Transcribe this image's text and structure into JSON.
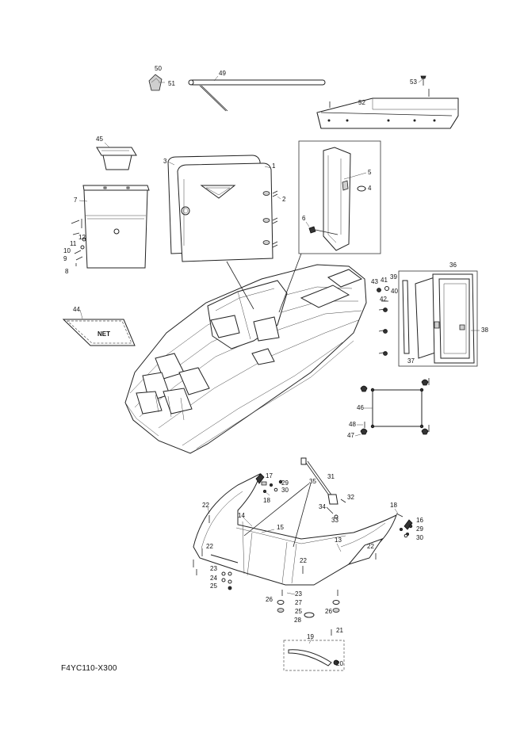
{
  "footer": {
    "code": "F4YC110-X300"
  },
  "net_label": "NET",
  "callouts": {
    "c1": "1",
    "c2": "2",
    "c3": "3",
    "c4": "4",
    "c5": "5",
    "c6": "6",
    "c7": "7",
    "c8": "8",
    "c9": "9",
    "c10": "10",
    "c11": "11",
    "c12": "12",
    "c13": "13",
    "c14": "14",
    "c15": "15",
    "c16": "16",
    "c17": "17",
    "c18a": "18",
    "c18b": "18",
    "c19": "19",
    "c20": "20",
    "c21": "21",
    "c22a": "22",
    "c22b": "22",
    "c22c": "22",
    "c22d": "22",
    "c23a": "23",
    "c23b": "23",
    "c24": "24",
    "c25a": "25",
    "c25b": "25",
    "c26a": "26",
    "c26b": "26",
    "c27": "27",
    "c28": "28",
    "c29a": "29",
    "c29b": "29",
    "c30a": "30",
    "c30b": "30",
    "c31": "31",
    "c32": "32",
    "c33": "33",
    "c34": "34",
    "c35": "35",
    "c36": "36",
    "c37": "37",
    "c38": "38",
    "c39": "39",
    "c40": "40",
    "c41": "41",
    "c42": "42",
    "c43": "43",
    "c44": "44",
    "c45": "45",
    "c46": "46",
    "c47": "47",
    "c48": "48",
    "c49": "49",
    "c50": "50",
    "c51": "51",
    "c52": "52",
    "c53": "53"
  }
}
